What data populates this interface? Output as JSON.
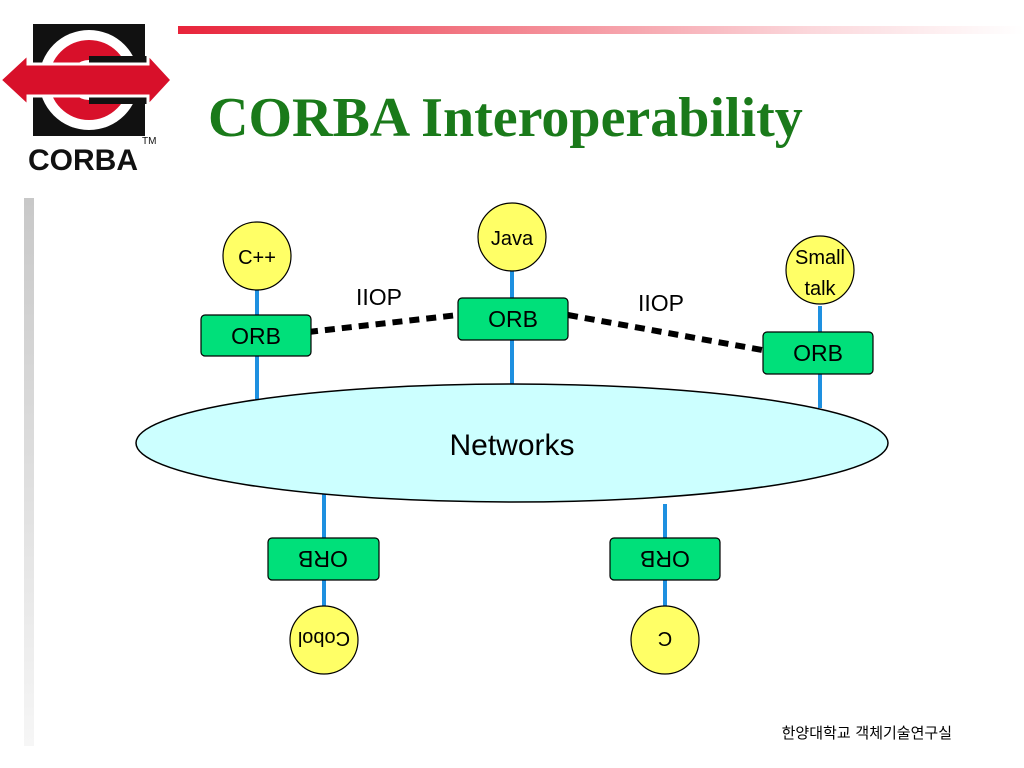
{
  "title": "CORBA Interoperability",
  "logo": {
    "wordmark": "CORBA",
    "tm": "TM"
  },
  "footer": "한양대학교 객체기술연구실",
  "diagram": {
    "network_label": "Networks",
    "languages": {
      "cpp": "C++",
      "java": "Java",
      "smalltalk_line1": "Small",
      "smalltalk_line2": "talk",
      "cobol": "Cobol",
      "c": "C"
    },
    "orb_label": "ORB",
    "protocol_left": "IIOP",
    "protocol_right": "IIOP"
  },
  "colors": {
    "title": "#1a7a1a",
    "orb_fill": "#00e07a",
    "language_fill": "#ffff66",
    "network_fill": "#ccffff",
    "connector": "#1e90e0",
    "accent_bar": "#e8233a"
  }
}
